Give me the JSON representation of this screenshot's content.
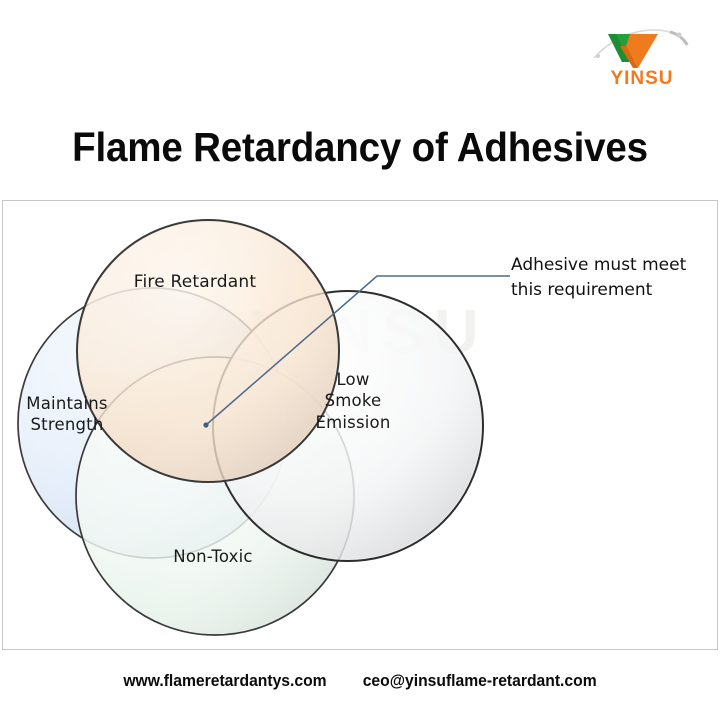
{
  "brand": {
    "logo_name": "yinsu-logo",
    "logo_text": "YINSU",
    "logo_green": "#22a03c",
    "logo_orange": "#ee7b1e",
    "watermark_text": "YINSU"
  },
  "header": {
    "title": "Flame Retardancy of Adhesives"
  },
  "diagram": {
    "type": "venn",
    "circles": [
      {
        "id": "fire-retardant",
        "label": "Fire Retardant",
        "fill": "#fbead8",
        "stroke": "#3c3c3c"
      },
      {
        "id": "maintains-strength",
        "label": "Maintains\nStrength",
        "fill": "#e3edfa",
        "stroke": "#3c3c3c"
      },
      {
        "id": "low-smoke-emission",
        "label": "Low\nSmoke\nEmission",
        "fill": "#f7f7f7",
        "stroke": "#2e2e2e"
      },
      {
        "id": "non-toxic",
        "label": "Non-Toxic",
        "fill": "#f2f8f3",
        "stroke": "#3c3c3c"
      }
    ],
    "annotation": {
      "text": "Adhesive must meet\nthis requirement",
      "leader_color": "#4b6a8c"
    }
  },
  "footer": {
    "website": "www.flameretardantys.com",
    "email": "ceo@yinsuflame-retardant.com"
  }
}
